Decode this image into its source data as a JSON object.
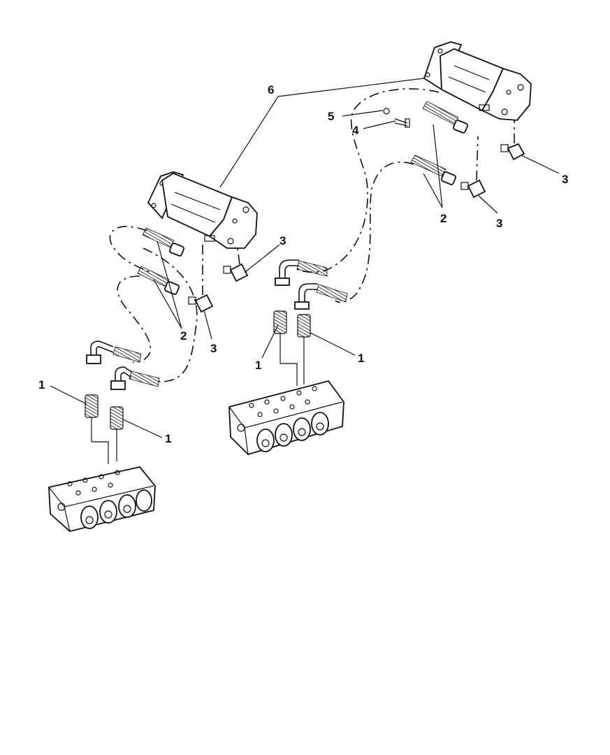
{
  "callouts": {
    "c1_upper_left": "1",
    "c1_upper_right": "1",
    "c1_lower_left": "1",
    "c1_lower_right": "1",
    "c2_right": "2",
    "c2_left": "2",
    "c3_far_right": "3",
    "c3_right": "3",
    "c3_left_upper": "3",
    "c3_left_lower": "3",
    "c4": "4",
    "c5": "5",
    "c6": "6"
  },
  "colors": {
    "ink": "#111111",
    "paper": "#ffffff"
  }
}
